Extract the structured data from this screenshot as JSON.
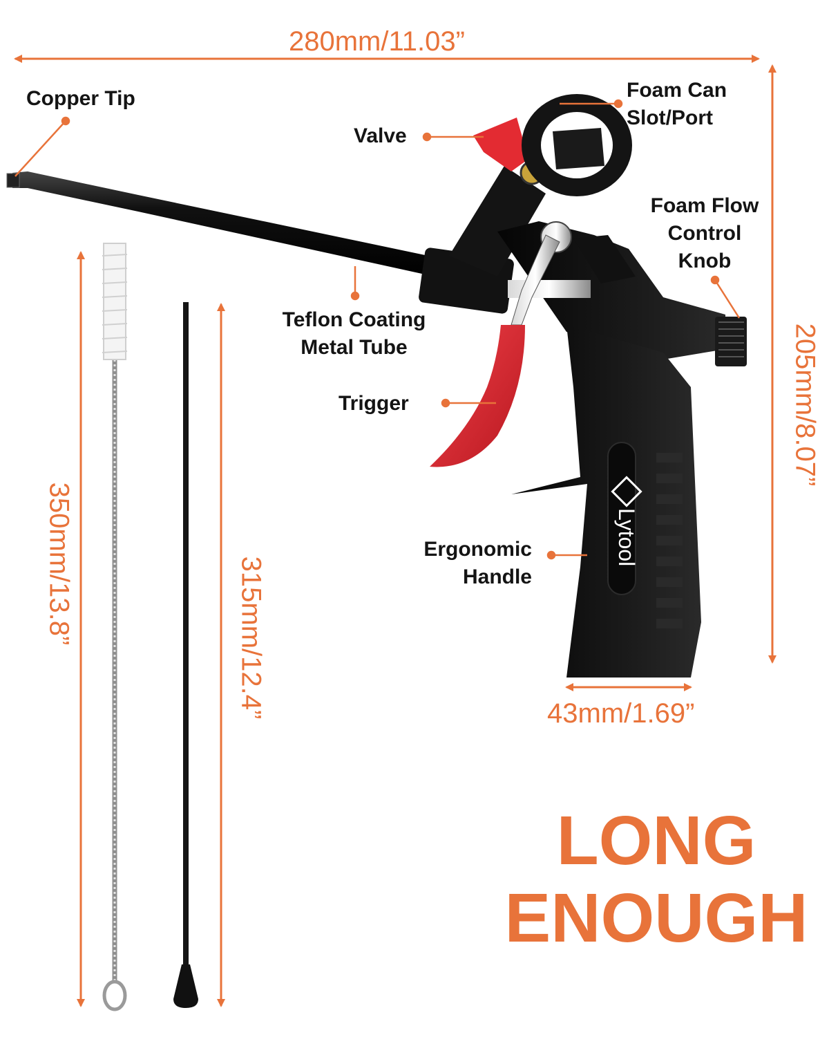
{
  "colors": {
    "accent": "#e8733a",
    "tool_body": "#111111",
    "trigger": "#d8262c",
    "label_text": "#141414"
  },
  "dimensions": {
    "overall_length": "280mm/11.03”",
    "overall_height": "205mm/8.07”",
    "handle_width": "43mm/1.69”",
    "brush_length": "350mm/13.8”",
    "rod_length": "315mm/12.4”"
  },
  "callouts": {
    "copper_tip": "Copper Tip",
    "valve": "Valve",
    "foam_can_slot_line1": "Foam Can",
    "foam_can_slot_line2": "Slot/Port",
    "flow_control_line1": "Foam Flow",
    "flow_control_line2": "Control",
    "flow_control_line3": "Knob",
    "tube_line1": "Teflon Coating",
    "tube_line2": "Metal Tube",
    "trigger": "Trigger",
    "handle_line1": "Ergonomic",
    "handle_line2": "Handle"
  },
  "brand": {
    "logo_text": "Lytool",
    "logo_icon": "lytool-logo-icon"
  },
  "headline": {
    "line1": "LONG",
    "line2": "ENOUGH"
  }
}
